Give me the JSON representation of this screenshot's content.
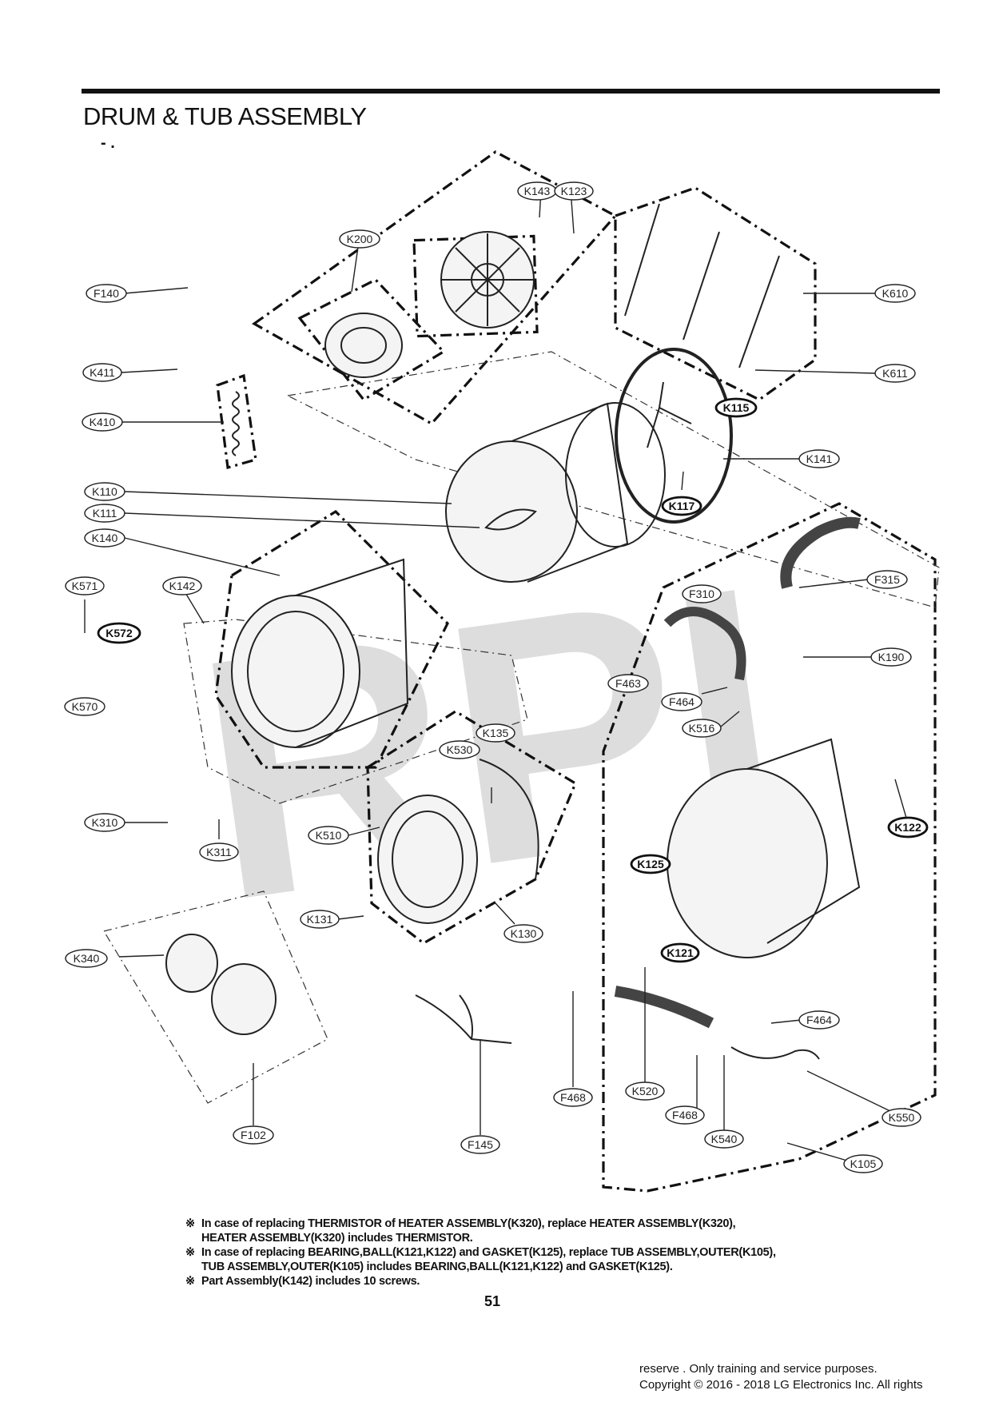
{
  "title": "DRUM & TUB ASSEMBLY",
  "subtitle_mark": "- .",
  "watermark": "RPI",
  "callouts": [
    {
      "id": "K143",
      "bold": false
    },
    {
      "id": "K123",
      "bold": false
    },
    {
      "id": "K200",
      "bold": false
    },
    {
      "id": "F140",
      "bold": false
    },
    {
      "id": "K610",
      "bold": false
    },
    {
      "id": "K611",
      "bold": false
    },
    {
      "id": "K411",
      "bold": false
    },
    {
      "id": "K115",
      "bold": true
    },
    {
      "id": "K410",
      "bold": false
    },
    {
      "id": "K141",
      "bold": false
    },
    {
      "id": "K110",
      "bold": false
    },
    {
      "id": "K117",
      "bold": true
    },
    {
      "id": "K111",
      "bold": false
    },
    {
      "id": "K140",
      "bold": false
    },
    {
      "id": "K571",
      "bold": false
    },
    {
      "id": "K142",
      "bold": false
    },
    {
      "id": "F315",
      "bold": false
    },
    {
      "id": "F310",
      "bold": false
    },
    {
      "id": "K572",
      "bold": true
    },
    {
      "id": "K190",
      "bold": false
    },
    {
      "id": "F463",
      "bold": false
    },
    {
      "id": "K570",
      "bold": false
    },
    {
      "id": "F464",
      "bold": false
    },
    {
      "id": "K516",
      "bold": false
    },
    {
      "id": "K530",
      "bold": false
    },
    {
      "id": "K135",
      "bold": false
    },
    {
      "id": "K310",
      "bold": false
    },
    {
      "id": "K122",
      "bold": true
    },
    {
      "id": "K510",
      "bold": false
    },
    {
      "id": "K311",
      "bold": false
    },
    {
      "id": "K125",
      "bold": true
    },
    {
      "id": "K131",
      "bold": false
    },
    {
      "id": "K130",
      "bold": false
    },
    {
      "id": "K121",
      "bold": true
    },
    {
      "id": "K340",
      "bold": false
    },
    {
      "id": "F464",
      "bold": false
    },
    {
      "id": "F468",
      "bold": false
    },
    {
      "id": "K520",
      "bold": false
    },
    {
      "id": "F468",
      "bold": false
    },
    {
      "id": "K550",
      "bold": false
    },
    {
      "id": "F102",
      "bold": false
    },
    {
      "id": "F145",
      "bold": false
    },
    {
      "id": "K540",
      "bold": false
    },
    {
      "id": "K105",
      "bold": false
    }
  ],
  "notes": [
    {
      "mark": "※",
      "line1": "In case of replacing THERMISTOR of HEATER ASSEMBLY(K320), replace HEATER ASSEMBLY(K320),",
      "line2": "HEATER ASSEMBLY(K320) includes THERMISTOR."
    },
    {
      "mark": "※",
      "line1": "In case of replacing BEARING,BALL(K121,K122) and GASKET(K125), replace TUB ASSEMBLY,OUTER(K105),",
      "line2": "TUB ASSEMBLY,OUTER(K105) includes BEARING,BALL(K121,K122) and GASKET(K125)."
    },
    {
      "mark": "※",
      "line1": "Part Assembly(K142) includes 10 screws.",
      "line2": ""
    }
  ],
  "page_number": "51",
  "footer": {
    "line1": "reserve . Only training and service purposes.",
    "line2": "Copyright © 2016 - 2018 LG Electronics Inc. All rights"
  }
}
